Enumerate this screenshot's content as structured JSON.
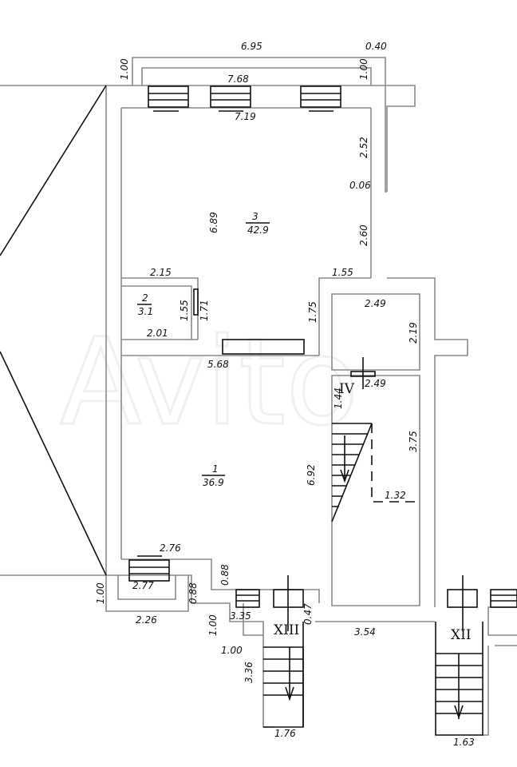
{
  "watermark": "Avito",
  "rooms": [
    {
      "number": "3",
      "area": "42.9"
    },
    {
      "number": "2",
      "area": "3.1"
    },
    {
      "number": "1",
      "area": "36.9"
    }
  ],
  "stairs": [
    "IV",
    "XIII",
    "XII"
  ],
  "dims": {
    "top_outer": "6.95",
    "top_right": "0.40",
    "left_top": "1.00",
    "right_top": "1.00",
    "windows": "7.68",
    "room3_top": "7.19",
    "room3_right_upper": "2.52",
    "step": "0.06",
    "room3_height": "6.89",
    "room3_right_lower": "2.60",
    "room3_bottom_left": "2.15",
    "room3_bottom_right": "1.55",
    "room2_h1": "1.55",
    "room2_h2": "1.71",
    "room2_bottom": "2.01",
    "wall_175": "1.75",
    "iv_top": "2.49",
    "iv_top_h": "2.19",
    "room1_top": "5.68",
    "iv_width": "2.49",
    "iv_144": "1.44",
    "iv_375": "3.75",
    "iv_132": "1.32",
    "room1_height": "6.92",
    "room1_bottom": "2.76",
    "room1_step": "0.88",
    "porch_left_h": "1.00",
    "porch_width": "2.77",
    "porch_h": "0.88",
    "porch_bottom": "2.26",
    "xiii_100a": "1.00",
    "xiii_100b": "1.00",
    "xiii_335": "3.35",
    "xiii_047": "0.47",
    "corridor": "3.54",
    "xiii_336": "3.36",
    "xiii_bottom": "1.76",
    "xii_bottom": "1.63"
  }
}
